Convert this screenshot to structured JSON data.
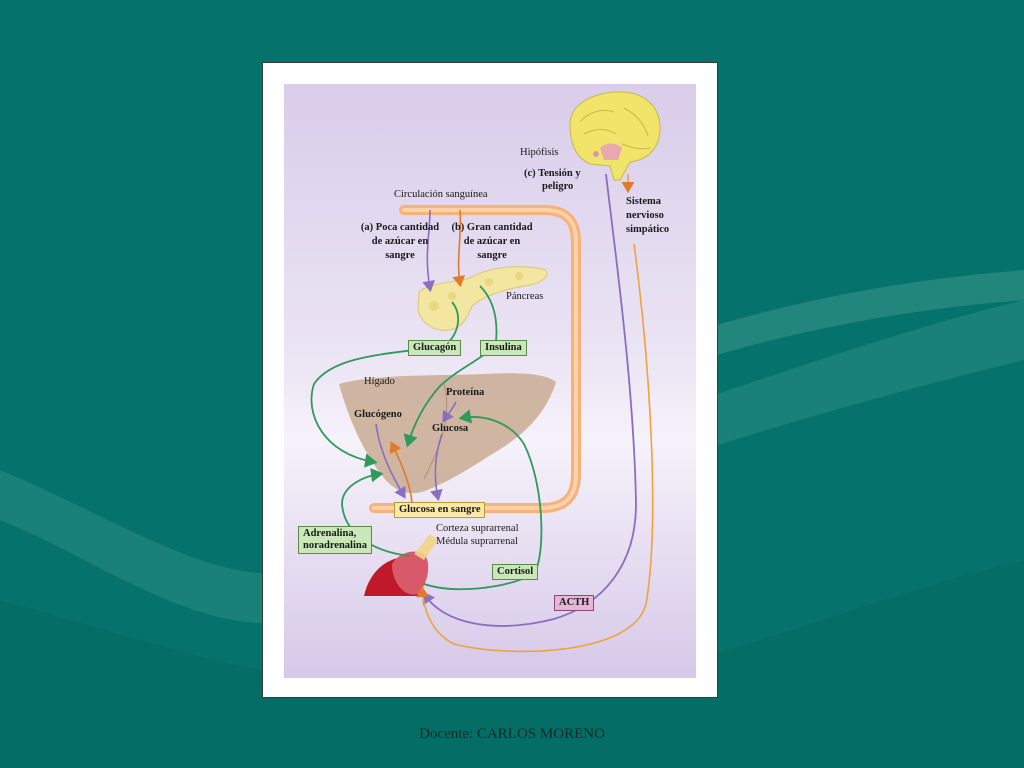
{
  "colors": {
    "background": "#05736b",
    "vessel": "#f7b27a",
    "green_path": "#2f9a5a",
    "purple_path": "#8a6ec0",
    "orange_path": "#f0a23c",
    "label_box": "#c9e7b9",
    "acth_box": "#e6b6d8"
  },
  "diagram": {
    "labels": {
      "hipofisis": "Hipófisis",
      "tension_line1": "(c) Tensión y",
      "tension_line2": "peligro",
      "sistema_line1": "Sistema",
      "sistema_line2": "nervioso",
      "sistema_line3": "simpático",
      "circulacion": "Circulación sanguínea",
      "poca_line1": "(a) Poca cantidad",
      "poca_line2": "de azúcar en",
      "poca_line3": "sangre",
      "gran_line1": "(b) Gran cantidad",
      "gran_line2": "de azúcar en",
      "gran_line3": "sangre",
      "pancreas": "Páncreas",
      "higado": "Hígado",
      "proteina": "Proteína",
      "glucogeno": "Glucógeno",
      "glucosa": "Glucosa",
      "corteza": "Corteza suprarrenal",
      "medula": "Médula suprarrenal"
    },
    "boxes": {
      "glucagon": "Glucagón",
      "insulina": "Insulina",
      "glucosa_sangre": "Glucosa en sangre",
      "adrenalina_line1": "Adrenalina,",
      "adrenalina_line2": "noradrenalina",
      "cortisol": "Cortisol",
      "acth": "ACTH"
    }
  },
  "footer": {
    "text": "Docente: CARLOS MORENO"
  }
}
